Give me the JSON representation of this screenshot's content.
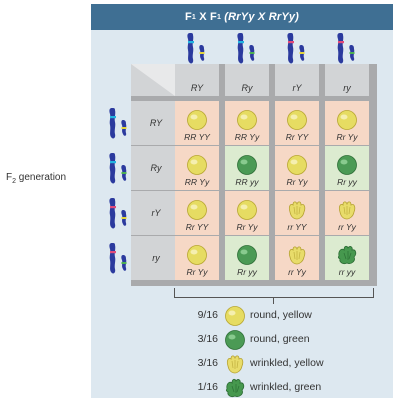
{
  "title": {
    "prefix": "F",
    "sub1": "1",
    "mid": " X F",
    "sub2": "1",
    "cross": "(RrYy X RrYy)"
  },
  "side_label": {
    "main": "F",
    "sub": "2",
    "rest": " generation"
  },
  "columns": [
    "RY",
    "Ry",
    "rY",
    "ry"
  ],
  "rows": [
    "RY",
    "Ry",
    "rY",
    "ry"
  ],
  "cells": [
    [
      {
        "g": "RR YY",
        "t": "ry",
        "bg": "peach"
      },
      {
        "g": "RR Yy",
        "t": "ry",
        "bg": "peach"
      },
      {
        "g": "Rr YY",
        "t": "ry",
        "bg": "peach"
      },
      {
        "g": "Rr Yy",
        "t": "ry",
        "bg": "peach"
      }
    ],
    [
      {
        "g": "RR Yy",
        "t": "ry",
        "bg": "peach"
      },
      {
        "g": "RR yy",
        "t": "rg",
        "bg": "green"
      },
      {
        "g": "Rr Yy",
        "t": "ry",
        "bg": "peach"
      },
      {
        "g": "Rr yy",
        "t": "rg",
        "bg": "green"
      }
    ],
    [
      {
        "g": "Rr YY",
        "t": "ry",
        "bg": "peach"
      },
      {
        "g": "Rr Yy",
        "t": "ry",
        "bg": "peach"
      },
      {
        "g": "rr YY",
        "t": "wy",
        "bg": "peach"
      },
      {
        "g": "rr Yy",
        "t": "wy",
        "bg": "peach"
      }
    ],
    [
      {
        "g": "Rr Yy",
        "t": "ry",
        "bg": "peach"
      },
      {
        "g": "Rr yy",
        "t": "rg",
        "bg": "green"
      },
      {
        "g": "rr Yy",
        "t": "wy",
        "bg": "peach"
      },
      {
        "g": "rr yy",
        "t": "wg",
        "bg": "green"
      }
    ]
  ],
  "legend": [
    {
      "ratio": "9/16",
      "label": "round, yellow",
      "t": "ry"
    },
    {
      "ratio": "3/16",
      "label": "round, green",
      "t": "rg"
    },
    {
      "ratio": "3/16",
      "label": "wrinkled, yellow",
      "t": "wy"
    },
    {
      "ratio": "1/16",
      "label": "wrinkled, green",
      "t": "wg"
    }
  ],
  "colors": {
    "header": "#3f6f93",
    "panel": "#dde8f0",
    "peach": "#f6d8c6",
    "green_cell": "#dcebd0",
    "yellow_pea": "#e8df6a",
    "green_pea": "#4a9a55",
    "chromosome": "#2b3a9e"
  }
}
